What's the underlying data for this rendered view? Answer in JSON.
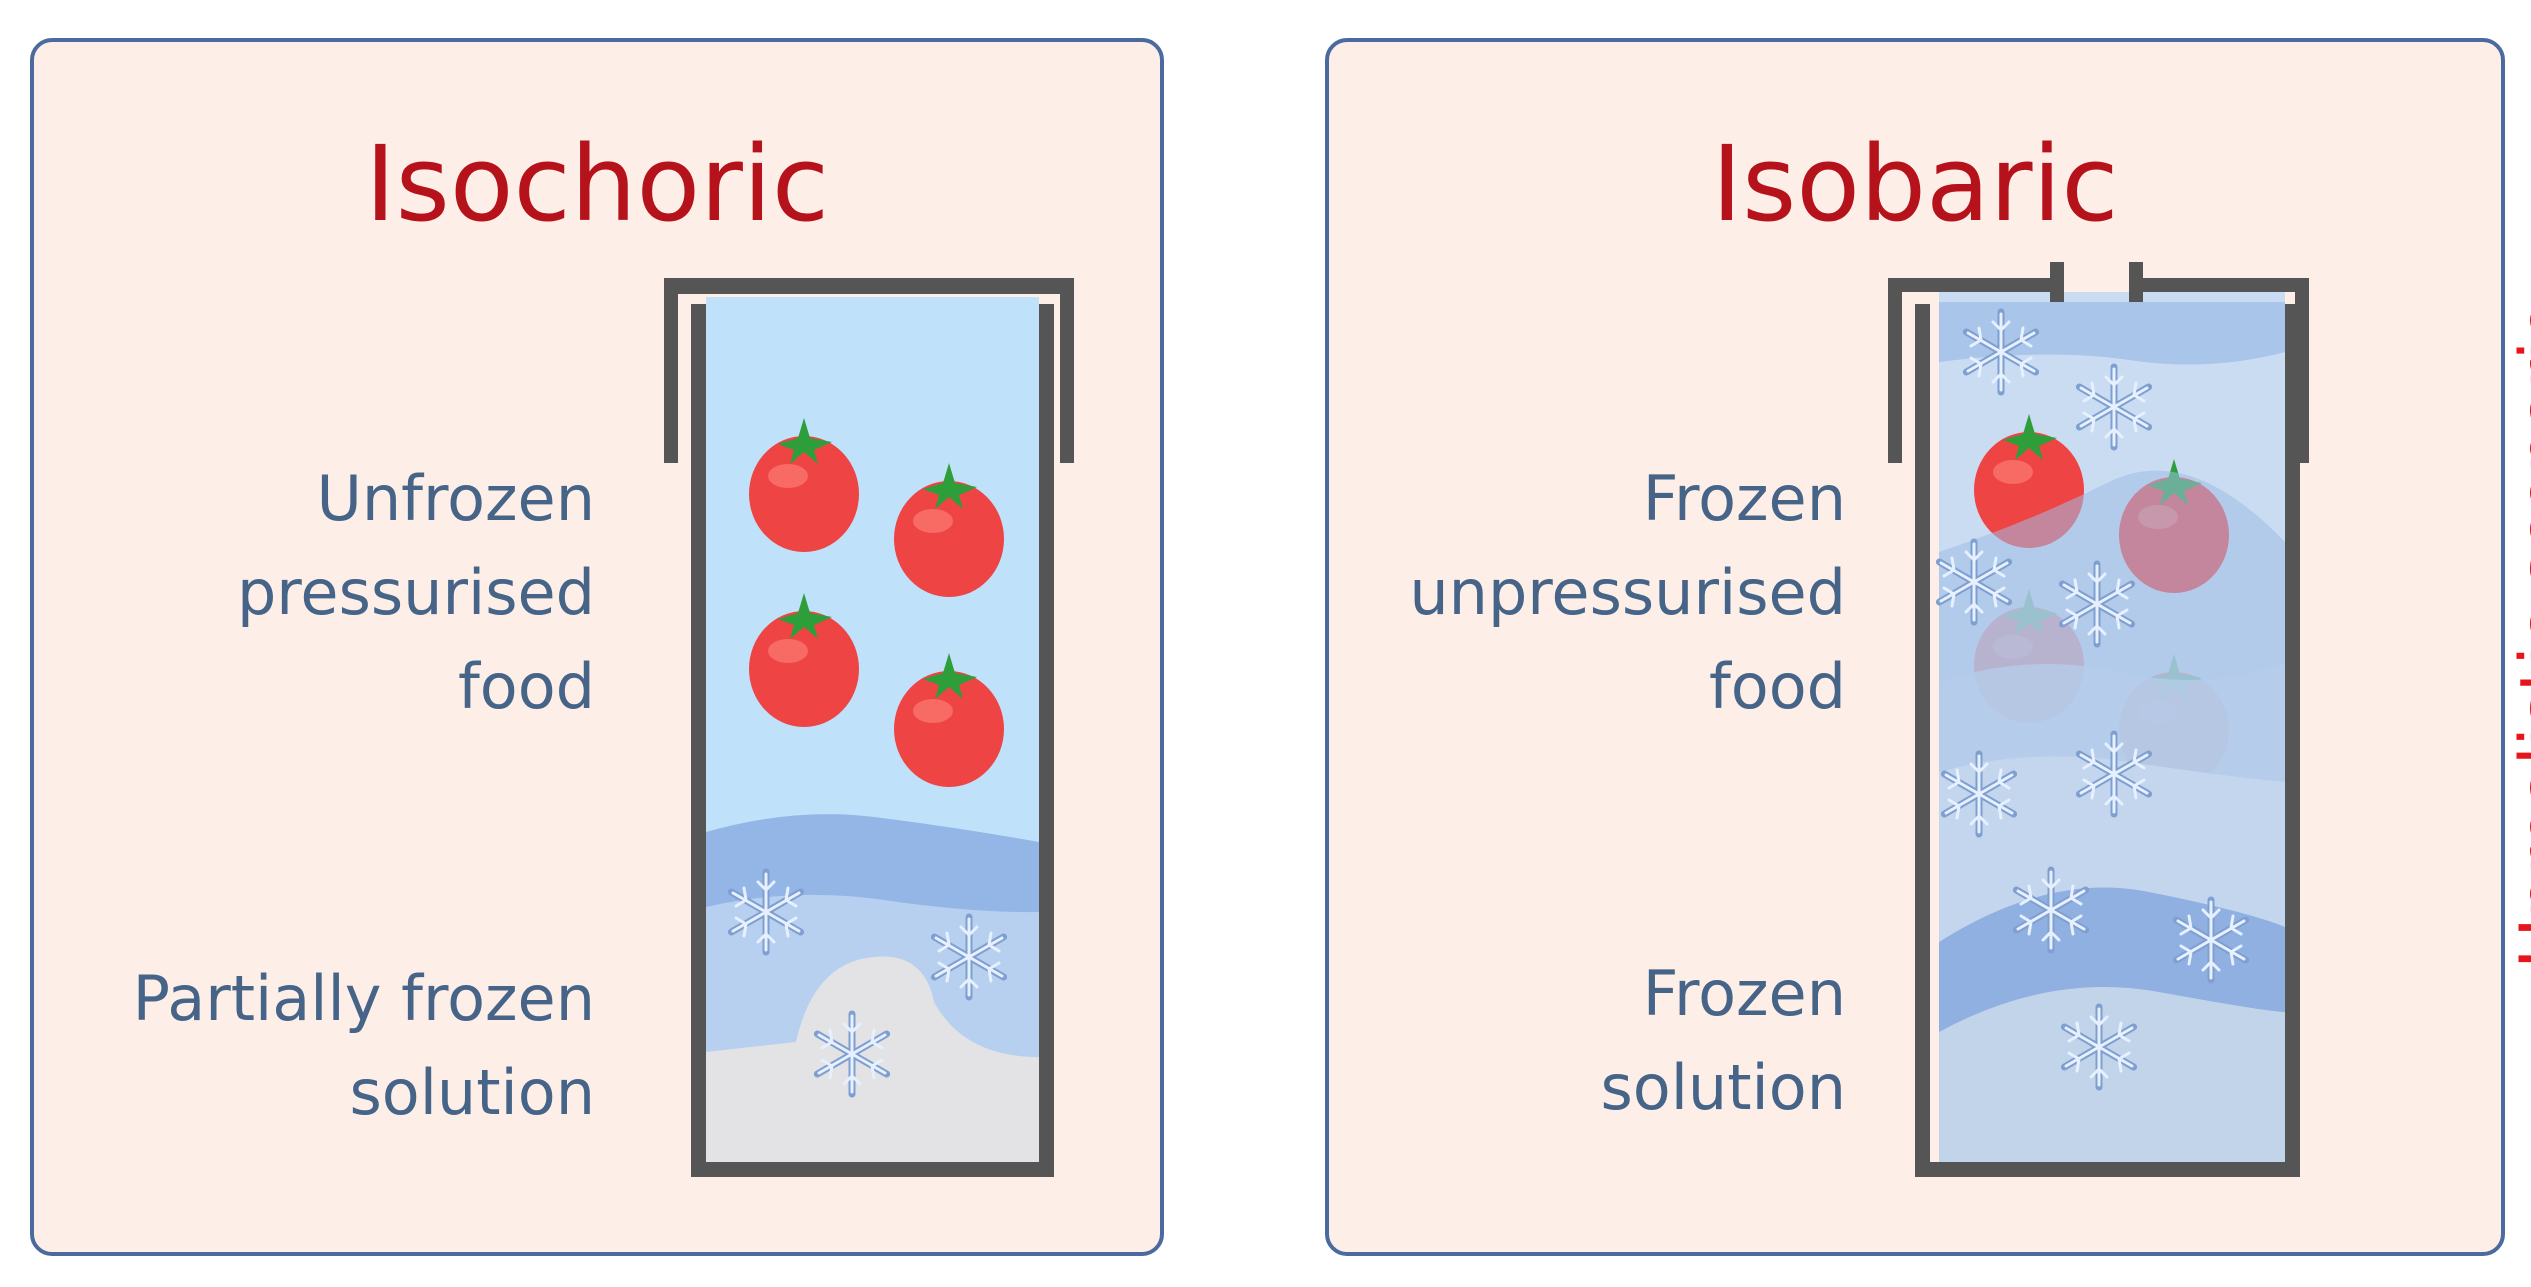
{
  "panels": {
    "left": {
      "title": "Isochoric",
      "label_top": [
        "Unfrozen",
        "pressurised",
        "food"
      ],
      "label_bottom": [
        "Partially frozen",
        "solution"
      ]
    },
    "right": {
      "title": "Isobaric",
      "label_top": [
        "Frozen",
        "unpressurised",
        "food"
      ],
      "label_bottom": [
        "Frozen",
        "solution"
      ],
      "side_note": "Unrealistic scenario"
    }
  },
  "colors": {
    "panel_background": "#fdefe7",
    "panel_border": "#4a6aa0",
    "title": "#b5121b",
    "label": "#466488",
    "side_note": "#e8141c",
    "container_wall": "#555555",
    "liquid": "#bfe1fa",
    "ice_layer": "#8fb3e3",
    "tomato": "#ef4444",
    "tomato_stem": "#2e9e3a"
  },
  "icons": [
    "tomato-icon",
    "snowflake-icon"
  ]
}
